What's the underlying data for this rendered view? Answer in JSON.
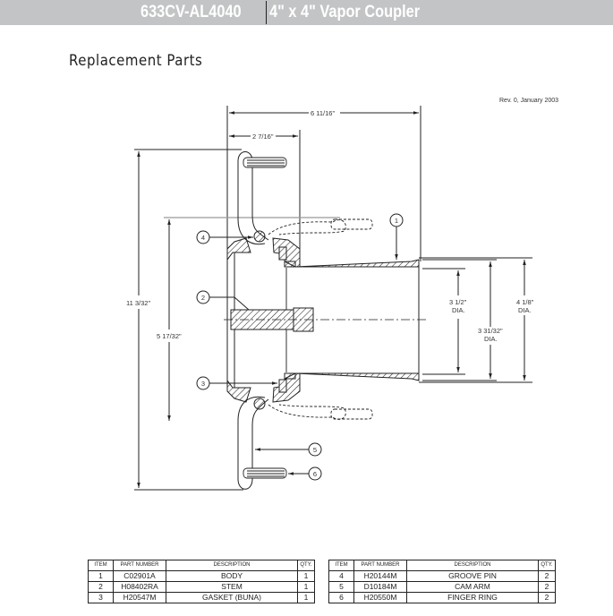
{
  "header": {
    "model": "633CV-AL4040",
    "product_name": "4\" x 4\" Vapor Coupler",
    "background_color": "#c3c4c5"
  },
  "section_title": "Replacement Parts",
  "revision_note": "Rev. 0, January 2003",
  "drawing": {
    "dimensions": {
      "overall_length": "6 11/16\"",
      "cam_offset": "2 7/16\"",
      "overall_height": "11 3/32\"",
      "body_height": "5 17/32\"",
      "inner_dia": "3 1/2\"",
      "inner_dia_suffix": "DIA.",
      "mid_dia": "3 31/32\"",
      "mid_dia_suffix": "DIA.",
      "outer_dia": "4 1/8\"",
      "outer_dia_suffix": "DIA."
    },
    "callouts": [
      "1",
      "2",
      "3",
      "4",
      "5",
      "6"
    ]
  },
  "parts_table": {
    "columns": [
      "ITEM",
      "PART NUMBER",
      "DESCRIPTION",
      "QTY."
    ],
    "left_rows": [
      {
        "item": "1",
        "part_number": "C02901A",
        "description": "BODY",
        "qty": "1"
      },
      {
        "item": "2",
        "part_number": "H08402RA",
        "description": "STEM",
        "qty": "1"
      },
      {
        "item": "3",
        "part_number": "H20547M",
        "description": "GASKET (BUNA)",
        "qty": "1"
      }
    ],
    "right_rows": [
      {
        "item": "4",
        "part_number": "H20144M",
        "description": "GROOVE PIN",
        "qty": "2"
      },
      {
        "item": "5",
        "part_number": "D10184M",
        "description": "CAM ARM",
        "qty": "2"
      },
      {
        "item": "6",
        "part_number": "H20550M",
        "description": "FINGER RING",
        "qty": "2"
      }
    ]
  }
}
